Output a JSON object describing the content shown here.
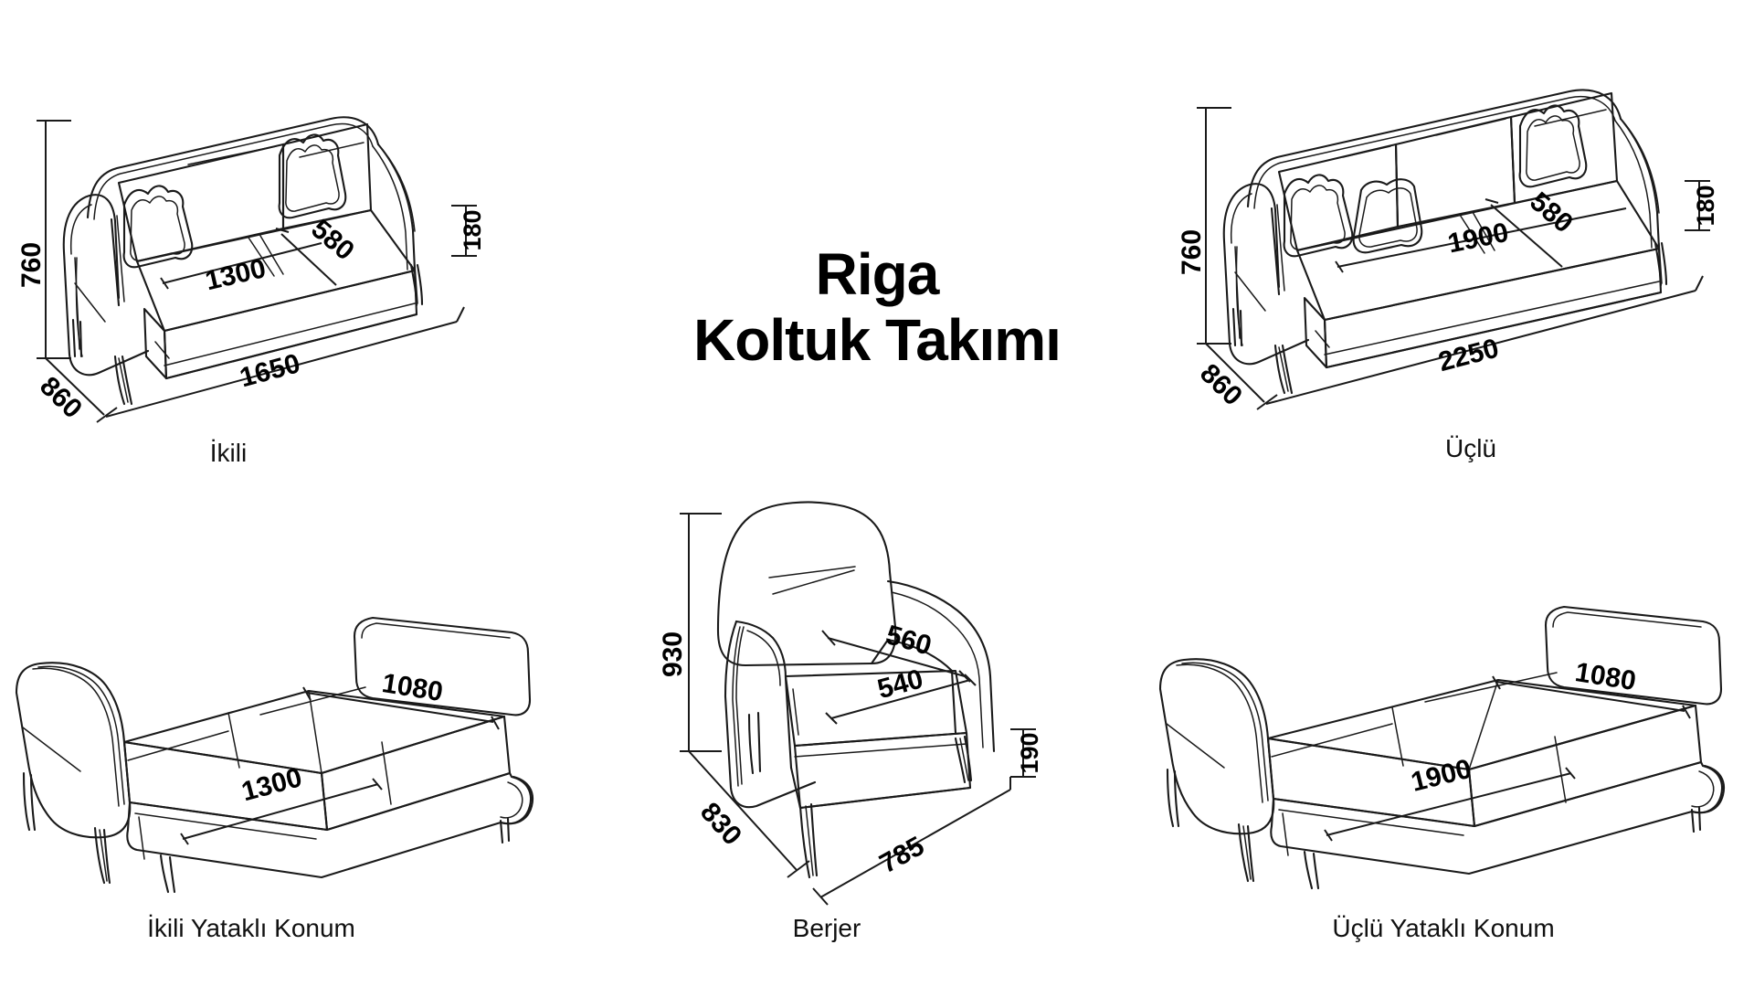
{
  "title": {
    "line1": "Riga",
    "line2": "Koltuk Takımı"
  },
  "units_note": "mm",
  "colors": {
    "line": "#1a1a1a",
    "text": "#000000",
    "background": "#ffffff"
  },
  "figures": [
    {
      "id": "ikili",
      "caption": "İkili",
      "type": "two-seater-sofa",
      "dimensions": {
        "height": "760",
        "depth": "860",
        "width": "1650",
        "seat_width": "1300",
        "seat_depth": "580",
        "leg_height": "180"
      }
    },
    {
      "id": "uclu",
      "caption": "Üçlü",
      "type": "three-seater-sofa",
      "dimensions": {
        "height": "760",
        "depth": "860",
        "width": "2250",
        "seat_width": "1900",
        "seat_depth": "580",
        "leg_height": "180"
      }
    },
    {
      "id": "ikili-yatakli",
      "caption": "İkili Yataklı Konum",
      "type": "two-seater-bed-position",
      "dimensions": {
        "bed_width": "1300",
        "bed_depth": "1080"
      }
    },
    {
      "id": "berjer",
      "caption": "Berjer",
      "type": "armchair",
      "dimensions": {
        "height": "930",
        "seat_width": "560",
        "seat_depth": "540",
        "leg_height": "190",
        "depth": "830",
        "width": "785"
      }
    },
    {
      "id": "uclu-yatakli",
      "caption": "Üçlü Yataklı Konum",
      "type": "three-seater-bed-position",
      "dimensions": {
        "bed_width": "1900",
        "bed_depth": "1080"
      }
    }
  ]
}
